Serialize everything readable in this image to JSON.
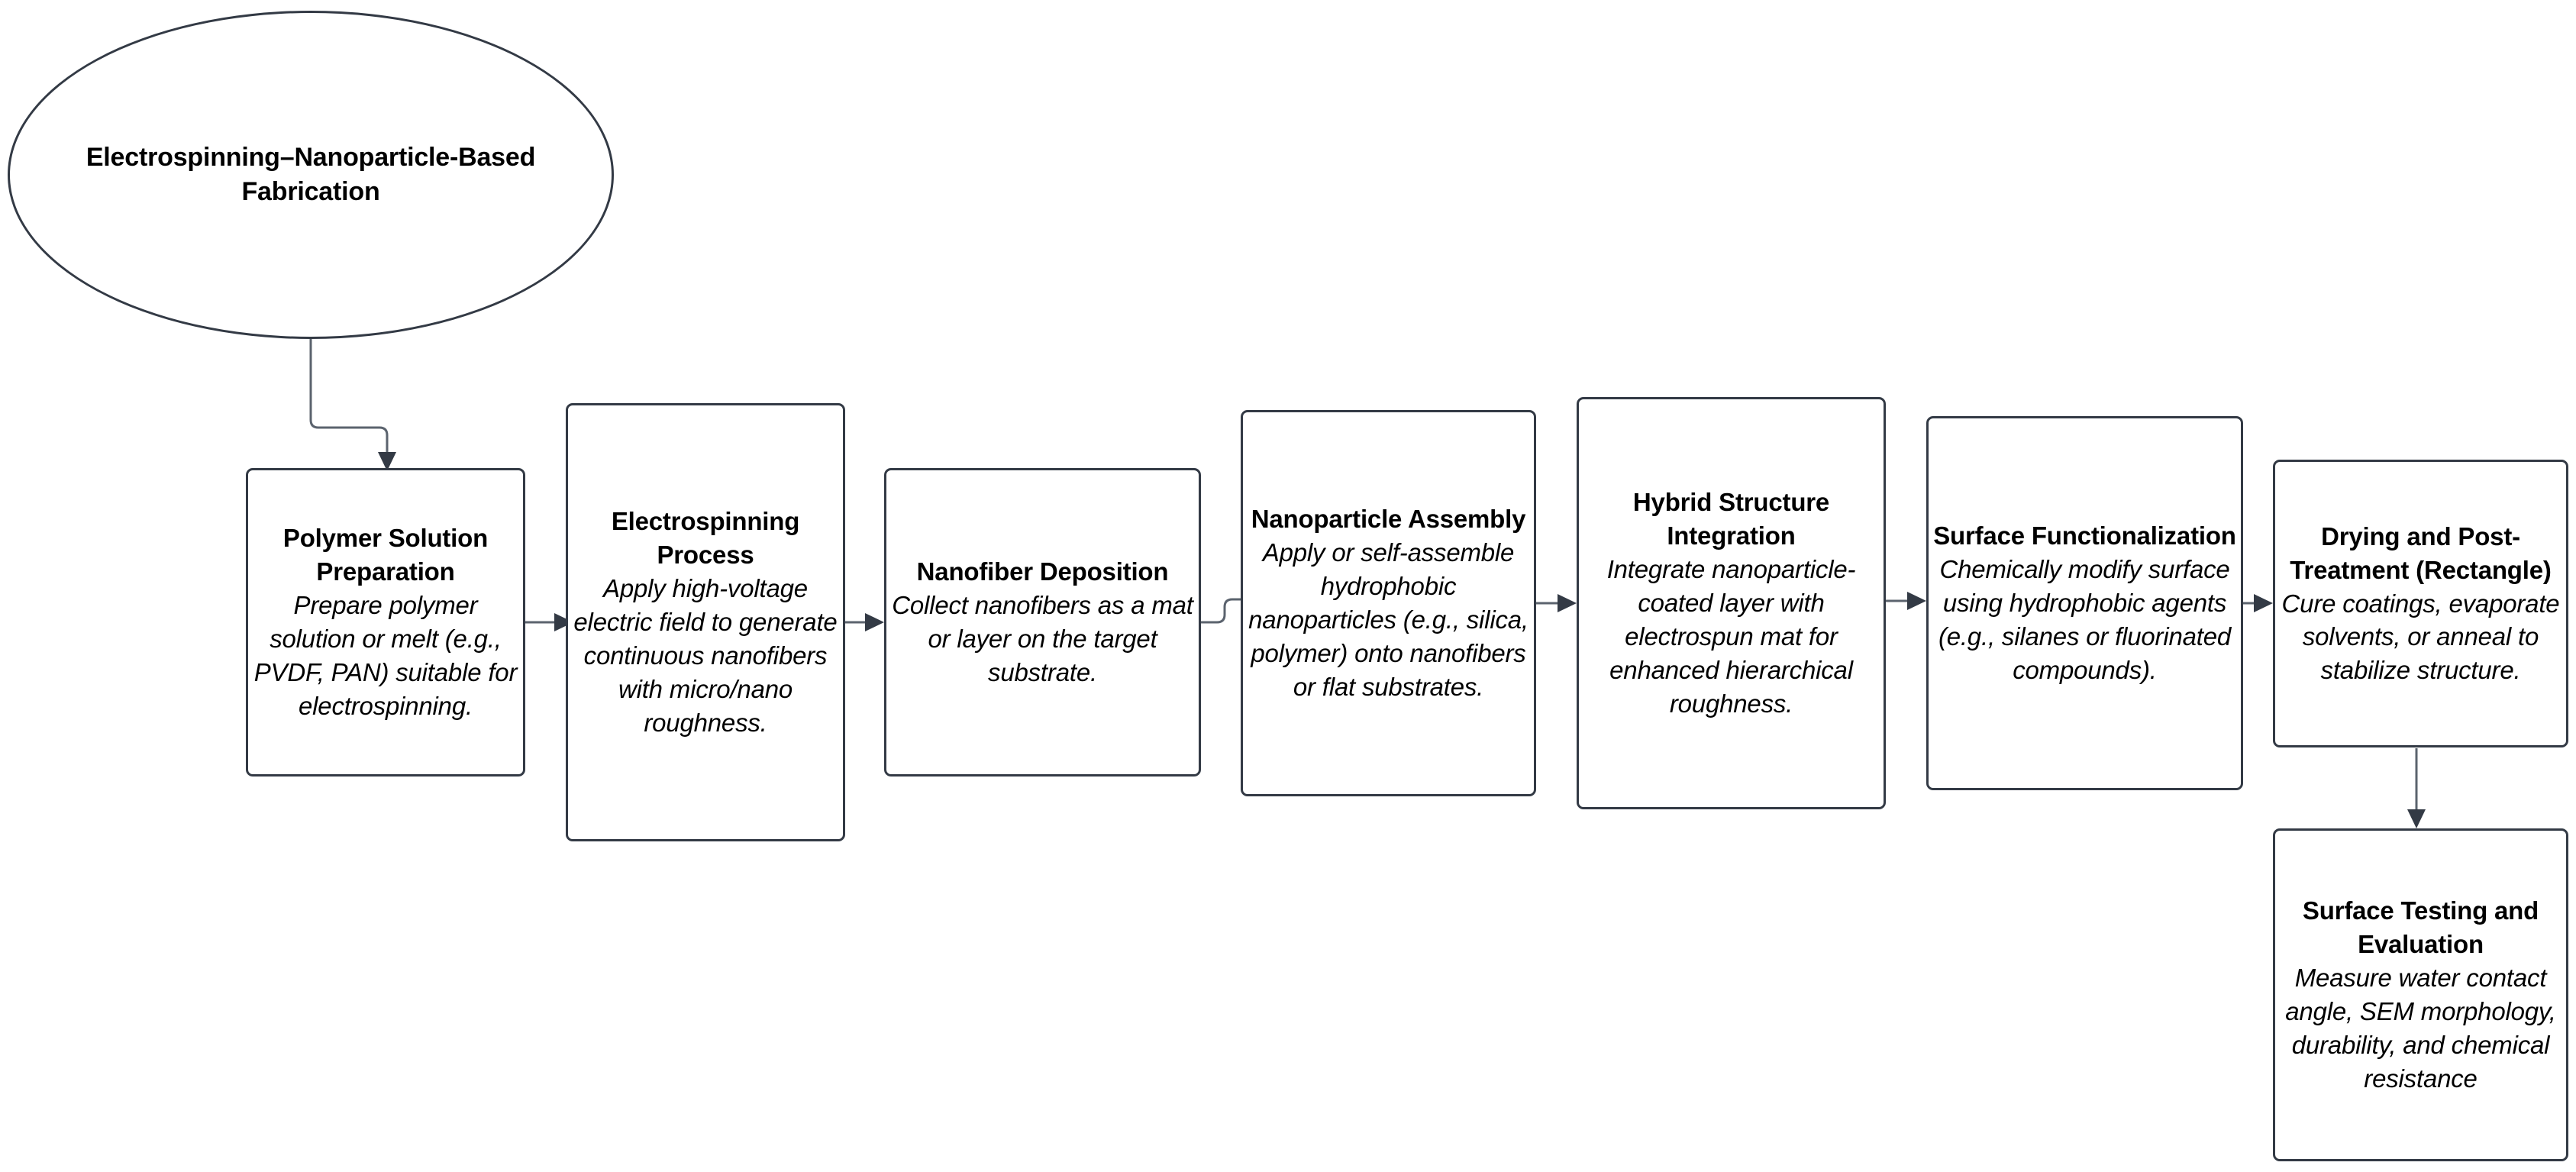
{
  "diagram": {
    "title": "Electrospinning–Nanoparticle-Based Fabrication",
    "type": "flowchart",
    "orientation": "left-to-right",
    "colors": {
      "node_border": "#333a45",
      "node_fill": "#ffffff",
      "edge_stroke": "#5b636e",
      "arrowhead": "#333a45",
      "text": "#000000",
      "background": "#ffffff"
    },
    "start": {
      "shape": "ellipse",
      "label": "Electrospinning–Nanoparticle-Based Fabrication"
    },
    "nodes": [
      {
        "id": "polymer-solution-preparation",
        "shape": "rounded-rectangle",
        "title": "Polymer Solution Preparation",
        "description": "Prepare polymer solution or melt (e.g., PVDF, PAN) suitable for electrospinning."
      },
      {
        "id": "electrospinning-process",
        "shape": "rounded-rectangle",
        "title": "Electrospinning Process",
        "description": "Apply high-voltage electric field to generate continuous nanofibers with micro/nano roughness."
      },
      {
        "id": "nanofiber-deposition",
        "shape": "rounded-rectangle",
        "title": "Nanofiber Deposition",
        "description": "Collect nanofibers as a mat or layer on the target substrate."
      },
      {
        "id": "nanoparticle-assembly",
        "shape": "rounded-rectangle",
        "title": "Nanoparticle Assembly",
        "description": "Apply or self-assemble hydrophobic nanoparticles (e.g., silica, polymer) onto nanofibers or flat substrates."
      },
      {
        "id": "hybrid-structure-integration",
        "shape": "rounded-rectangle",
        "title": "Hybrid Structure Integration",
        "description": "Integrate nanoparticle-coated layer with electrospun mat for enhanced hierarchical roughness."
      },
      {
        "id": "surface-functionalization",
        "shape": "rounded-rectangle",
        "title": "Surface Functionalization",
        "description": "Chemically modify surface using hydrophobic agents (e.g., silanes or fluorinated compounds)."
      },
      {
        "id": "drying-and-post-treatment",
        "shape": "rounded-rectangle",
        "title": "Drying and Post-Treatment (Rectangle)",
        "description": "Cure coatings, evaporate solvents, or anneal to stabilize structure."
      },
      {
        "id": "surface-testing-and-evaluation",
        "shape": "rounded-rectangle",
        "title": "Surface Testing and Evaluation",
        "description": "Measure water contact angle, SEM morphology, durability, and chemical resistance"
      }
    ],
    "edges": [
      {
        "from": "start",
        "to": "polymer-solution-preparation",
        "style": "orthogonal-elbow",
        "arrow": "down"
      },
      {
        "from": "polymer-solution-preparation",
        "to": "electrospinning-process",
        "style": "straight",
        "arrow": "right"
      },
      {
        "from": "electrospinning-process",
        "to": "nanofiber-deposition",
        "style": "straight",
        "arrow": "right"
      },
      {
        "from": "nanofiber-deposition",
        "to": "nanoparticle-assembly",
        "style": "orthogonal-step",
        "arrow": "right"
      },
      {
        "from": "nanoparticle-assembly",
        "to": "hybrid-structure-integration",
        "style": "straight",
        "arrow": "right"
      },
      {
        "from": "hybrid-structure-integration",
        "to": "surface-functionalization",
        "style": "straight",
        "arrow": "right"
      },
      {
        "from": "surface-functionalization",
        "to": "drying-and-post-treatment",
        "style": "straight",
        "arrow": "right"
      },
      {
        "from": "drying-and-post-treatment",
        "to": "surface-testing-and-evaluation",
        "style": "straight",
        "arrow": "down"
      }
    ]
  }
}
